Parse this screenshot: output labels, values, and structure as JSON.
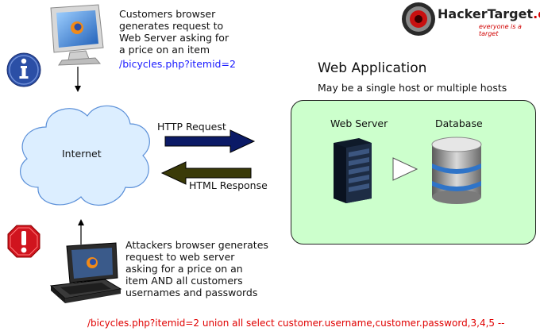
{
  "brand": {
    "name": "HackerTarget",
    "domain": ".com",
    "tagline": "everyone is a target"
  },
  "customer": {
    "text_lines": [
      "Customers browser",
      "generates request to",
      "Web Server asking for",
      "a price on an item"
    ],
    "url": "/bicycles.php?itemid=2"
  },
  "internet": {
    "label": "Internet"
  },
  "http_request": {
    "label": "HTTP Request"
  },
  "html_response": {
    "label": "HTML Response"
  },
  "web_application": {
    "title": "Web Application",
    "subtitle": "May be a single host or multiple hosts",
    "web_server_label": "Web Server",
    "database_label": "Database"
  },
  "attacker": {
    "text_lines": [
      "Attackers browser generates",
      "request to web server",
      "asking for a price on an",
      "item AND all customers",
      "usernames and passwords"
    ],
    "payload": "/bicycles.php?itemid=2 union all select customer.username,customer.password,3,4,5 --"
  },
  "colors": {
    "request_arrow": "#0b1a66",
    "response_arrow": "#3a3a08",
    "webapp_fill": "#ccffcc",
    "info_badge": "#2b4fa6",
    "alert_badge": "#d0141e"
  },
  "icons": {
    "customer_pc": "desktop-monitor-icon",
    "attacker_pc": "laptop-icon",
    "info": "info-icon",
    "alert": "alert-icon",
    "server": "server-rack-icon",
    "database": "database-icon",
    "cloud": "cloud-icon"
  }
}
